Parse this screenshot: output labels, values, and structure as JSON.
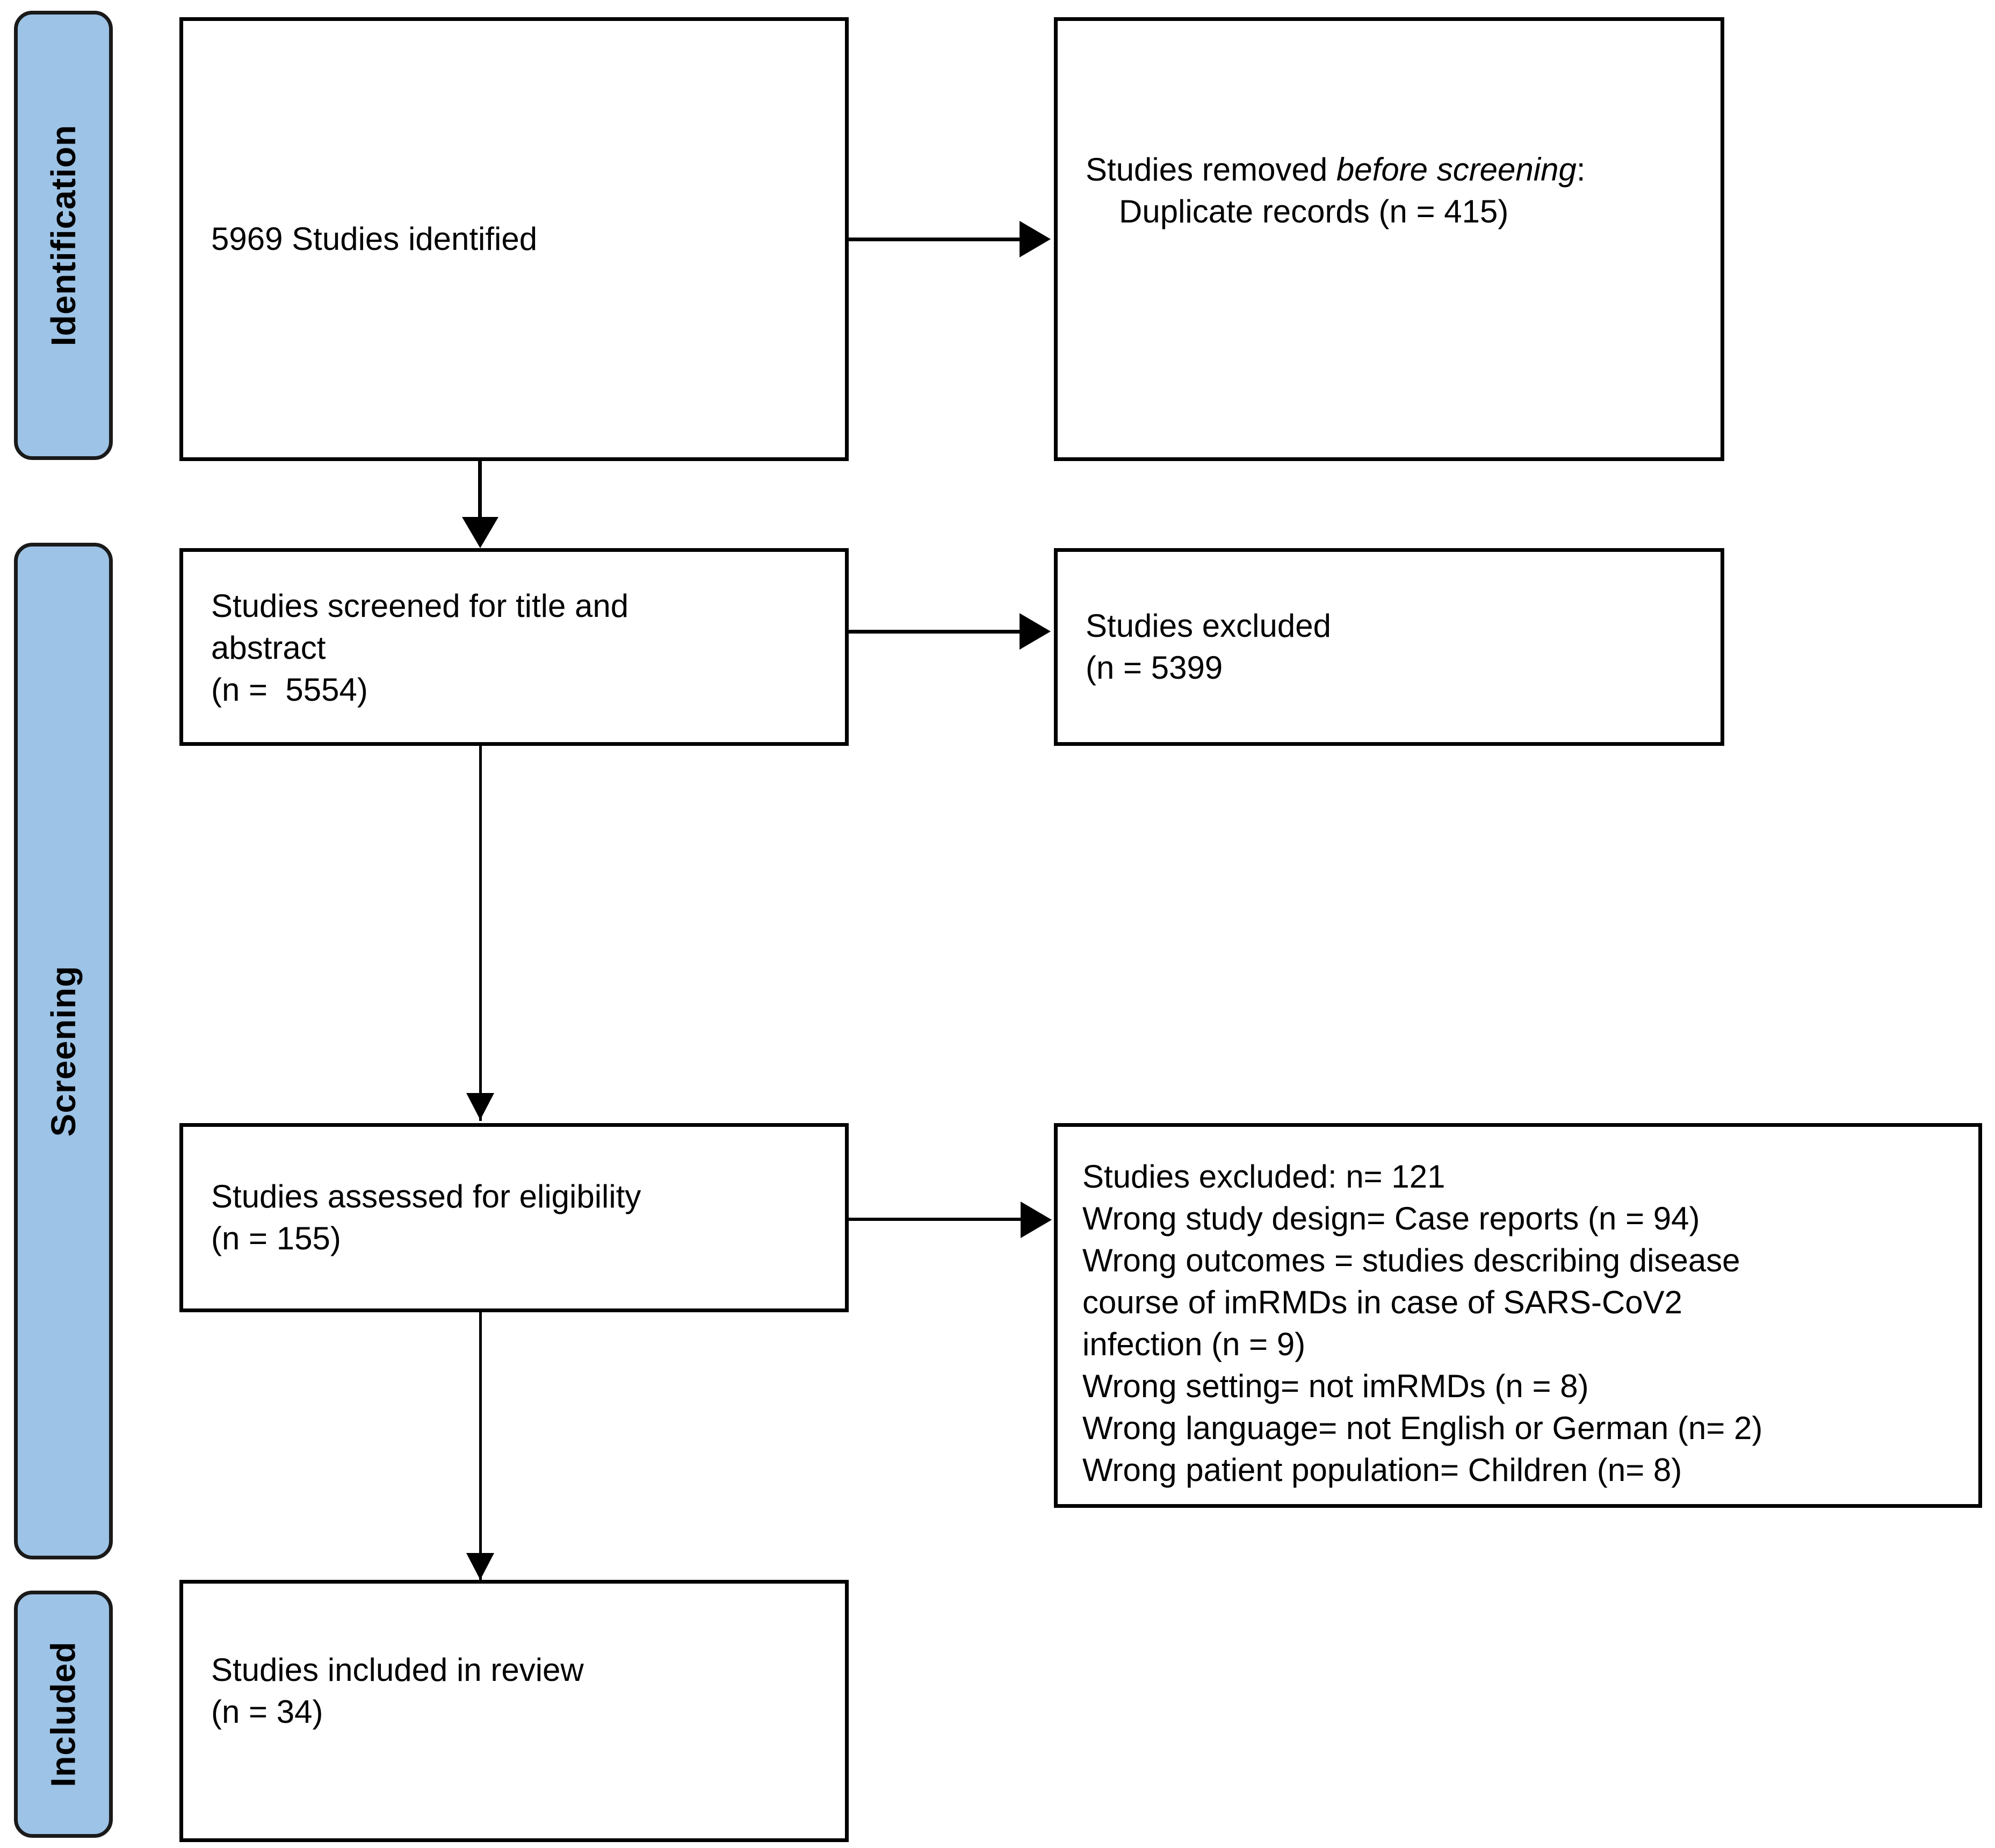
{
  "diagram": {
    "title": "PRISMA study selection flow diagram",
    "accent_color": "#9DC3E6",
    "line_color": "#000000",
    "box_background": "#ffffff"
  },
  "stages": [
    {
      "id": "identification",
      "label": "Identification"
    },
    {
      "id": "screening",
      "label": "Screening"
    },
    {
      "id": "included",
      "label": "Included"
    }
  ],
  "boxes": {
    "identified": {
      "line1": "5969 Studies identified"
    },
    "removed_before_screening": {
      "lead": "Studies removed ",
      "italic_part": "before screening",
      "colon": ":",
      "detail": "Duplicate records (n = 415)"
    },
    "screened": {
      "line1": "Studies screened for title and",
      "line2": "abstract",
      "line3": "(n =  5554)"
    },
    "excluded_screening": {
      "line1": "Studies excluded",
      "line2": "(n = 5399"
    },
    "eligibility": {
      "line1": "Studies assessed for eligibility",
      "line2": "(n = 155)"
    },
    "excluded_eligibility": {
      "lines": [
        "Studies excluded: n= 121",
        "Wrong study design= Case reports (n = 94)",
        "Wrong outcomes = studies describing disease",
        "course of imRMDs in case of SARS-CoV2",
        "infection (n = 9)",
        "Wrong setting= not imRMDs (n = 8)",
        "Wrong language= not English or German (n= 2)",
        "Wrong patient population= Children (n= 8)"
      ]
    },
    "included_review": {
      "line1": "Studies included in review",
      "line2": "(n = 34)"
    }
  },
  "chart_data": {
    "type": "diagram",
    "title": "PRISMA flow diagram",
    "nodes": [
      {
        "id": "identified",
        "stage": "Identification",
        "label": "5969 Studies identified",
        "n": 5969
      },
      {
        "id": "removed_before_screening",
        "stage": "Identification",
        "label": "Studies removed before screening: Duplicate records (n = 415)",
        "n": 415
      },
      {
        "id": "screened",
        "stage": "Screening",
        "label": "Studies screened for title and abstract (n =  5554)",
        "n": 5554
      },
      {
        "id": "excluded_screening",
        "stage": "Screening",
        "label": "Studies excluded (n = 5399",
        "n": 5399
      },
      {
        "id": "eligibility",
        "stage": "Screening",
        "label": "Studies assessed for eligibility (n = 155)",
        "n": 155
      },
      {
        "id": "excluded_eligibility",
        "stage": "Screening",
        "label": "Studies excluded: n= 121",
        "n": 121
      },
      {
        "id": "included_review",
        "stage": "Included",
        "label": "Studies included in review (n = 34)",
        "n": 34
      }
    ],
    "edges": [
      {
        "from": "identified",
        "to": "removed_before_screening",
        "direction": "right"
      },
      {
        "from": "identified",
        "to": "screened",
        "direction": "down"
      },
      {
        "from": "screened",
        "to": "excluded_screening",
        "direction": "right"
      },
      {
        "from": "screened",
        "to": "eligibility",
        "direction": "down"
      },
      {
        "from": "eligibility",
        "to": "excluded_eligibility",
        "direction": "right"
      },
      {
        "from": "eligibility",
        "to": "included_review",
        "direction": "down"
      }
    ],
    "exclusion_reasons": [
      {
        "reason": "Wrong study design= Case reports",
        "n": 94
      },
      {
        "reason": "Wrong outcomes = studies describing disease course of imRMDs in case of SARS-CoV2 infection",
        "n": 9
      },
      {
        "reason": "Wrong setting= not imRMDs",
        "n": 8
      },
      {
        "reason": "Wrong language= not English or German",
        "n": 2
      },
      {
        "reason": "Wrong patient population= Children",
        "n": 8
      }
    ]
  }
}
